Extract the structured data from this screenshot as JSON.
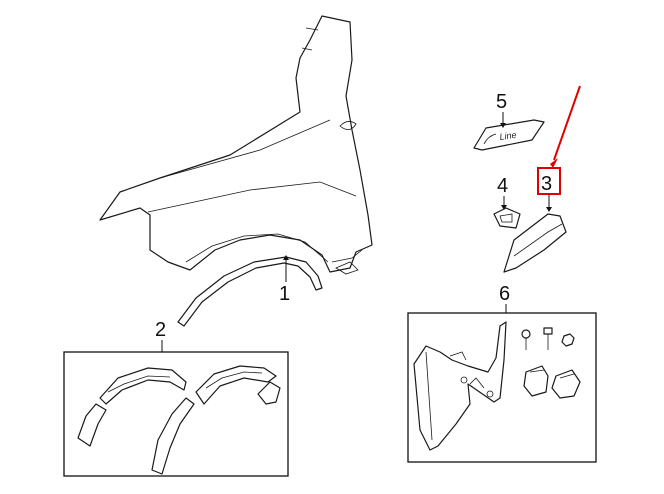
{
  "callouts": {
    "c1": "1",
    "c2": "2",
    "c3": "3",
    "c4": "4",
    "c5": "5",
    "c6": "6"
  },
  "badge_text": "Line",
  "highlight_color": "#e00000",
  "icons": [
    "fender-panel",
    "wheel-arch-molding",
    "flare-kit",
    "badge-emblem",
    "clip-retainer",
    "side-trim",
    "mud-flap-kit"
  ]
}
